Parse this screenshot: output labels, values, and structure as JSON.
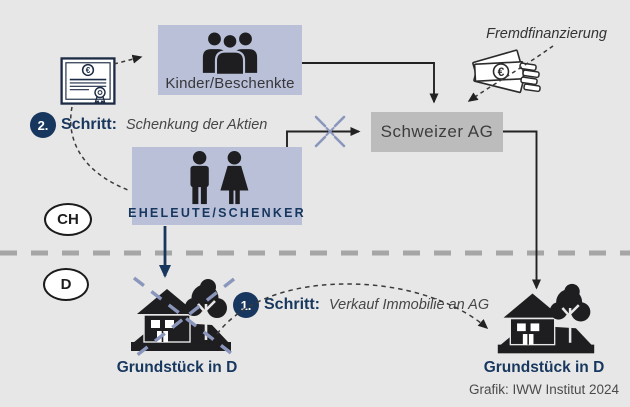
{
  "colors": {
    "background": "#e7e7e7",
    "box_blue": "#b9c0d8",
    "box_gray": "#bcbcbc",
    "navy": "#17375e",
    "cross_blue": "#8b96bc",
    "line_dark": "#222222",
    "border_dash_gray": "#a6a6a6"
  },
  "regions": {
    "ch": "CH",
    "d": "D"
  },
  "nodes": {
    "kinder": {
      "label": "Kinder/Beschenkte",
      "icon": "people-group-icon"
    },
    "eheleute": {
      "label": "EHELEUTE/SCHENKER",
      "icon": "man-woman-icon"
    },
    "schweizer_ag": {
      "label": "Schweizer AG"
    },
    "grundstueck_left": {
      "label": "Grundstück in D",
      "icon": "house-tree-icon",
      "crossed_out": true
    },
    "grundstueck_right": {
      "label": "Grundstück in D",
      "icon": "house-tree-icon"
    }
  },
  "annotations": {
    "fremdfinanzierung": "Fremdfinanzierung",
    "step1": {
      "number": "1.",
      "title": "Schritt:",
      "description": "Verkauf Immobilie an AG"
    },
    "step2": {
      "number": "2.",
      "title": "Schritt:",
      "description": "Schenkung der Aktien"
    },
    "credit": "Grafik: IWW Institut 2024"
  },
  "icons": {
    "certificate": "share-certificate-icon",
    "money": "banknotes-icon"
  }
}
